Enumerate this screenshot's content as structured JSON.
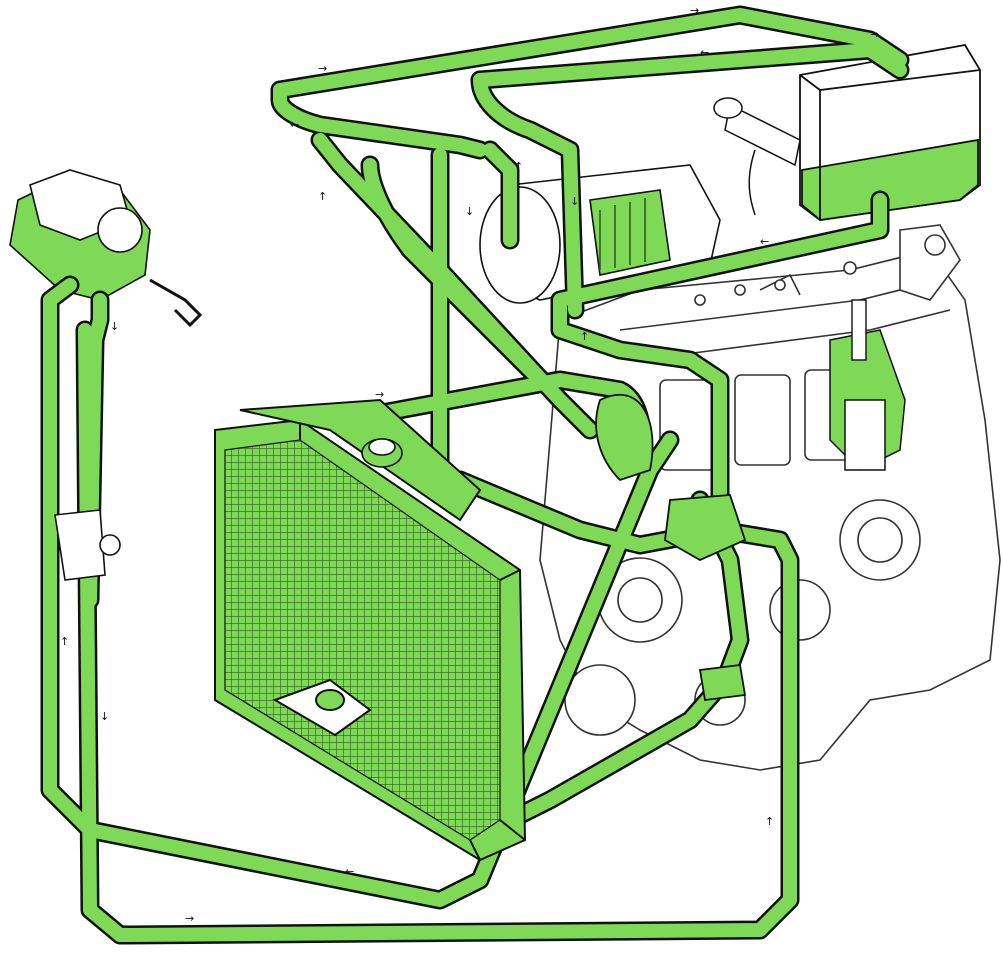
{
  "diagram": {
    "subject": "engine cooling system with hose circuit",
    "palette": {
      "coolant": "#7ed957",
      "coolant_dark": "#3f8f2a",
      "outline": "#111111",
      "engine_fill": "#ffffff",
      "engine_line": "#333333"
    },
    "components": [
      "radiator",
      "expansion-tank",
      "heater-unit",
      "oil-filter",
      "engine-block",
      "water-pump",
      "thermostat-housing",
      "radiator-cap",
      "tank-filler-neck"
    ],
    "flow_arrows": [
      "→",
      "→",
      "→",
      "←",
      "←",
      "↑",
      "↑",
      "↓",
      "↓",
      "←",
      "↑",
      "→",
      "↓",
      "↑",
      "↑",
      "↓",
      "←",
      "→"
    ]
  }
}
